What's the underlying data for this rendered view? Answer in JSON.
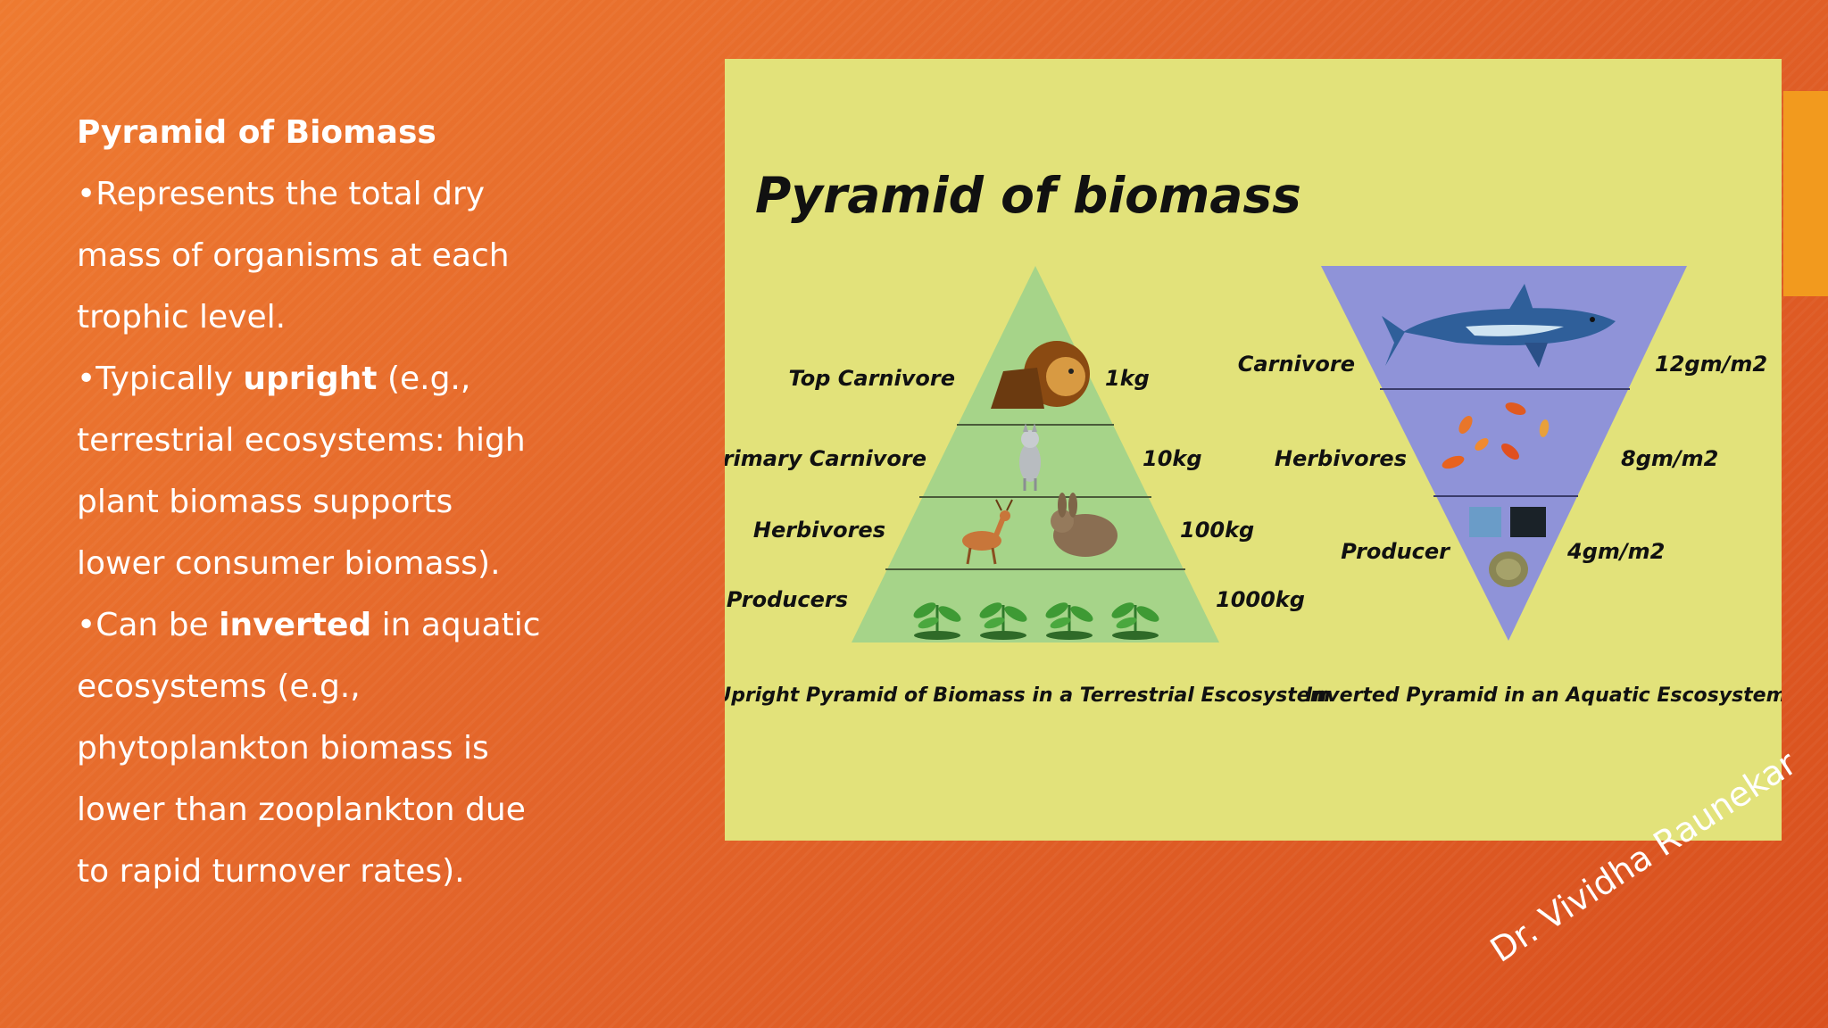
{
  "slide": {
    "heading": "Pyramid of Biomass",
    "bullet1": "•Represents the total dry mass of organisms at each trophic level.",
    "bullet2_pre": "•Typically ",
    "bullet2_bold": "upright",
    "bullet2_post": " (e.g., terrestrial ecosystems: high plant biomass supports lower consumer biomass).",
    "bullet3_pre": "•Can be ",
    "bullet3_bold": "inverted",
    "bullet3_post": " in aquatic ecosystems (e.g., phytoplankton biomass is lower than zooplankton due to rapid turnover rates).",
    "signature": "Dr. Vividha Raunekar"
  },
  "figure": {
    "title": "Pyramid of biomass",
    "upright": {
      "levels": [
        {
          "label": "Top Carnivore",
          "value": "1kg",
          "icon": "lion-icon"
        },
        {
          "label": "Primary Carnivore",
          "value": "10kg",
          "icon": "wolf-icon"
        },
        {
          "label": "Herbivores",
          "value": "100kg",
          "icon": "deer-rabbit-icon"
        },
        {
          "label": "Producers",
          "value": "1000kg",
          "icon": "plant-icon"
        }
      ],
      "caption": "Upright Pyramid of Biomass in a Terrestrial Escosystem"
    },
    "inverted": {
      "levels": [
        {
          "label": "Carnivore",
          "value": "12gm/m2",
          "icon": "shark-icon"
        },
        {
          "label": "Herbivores",
          "value": "8gm/m2",
          "icon": "fish-icon"
        },
        {
          "label": "Producer",
          "value": "4gm/m2",
          "icon": "phytoplankton-icon"
        }
      ],
      "caption": "Inverted Pyramid in an Aquatic Escosystem"
    },
    "colors": {
      "background": "#e2e27a",
      "upright_fill": "#a6d489",
      "inverted_fill": "#8f93d8"
    }
  }
}
